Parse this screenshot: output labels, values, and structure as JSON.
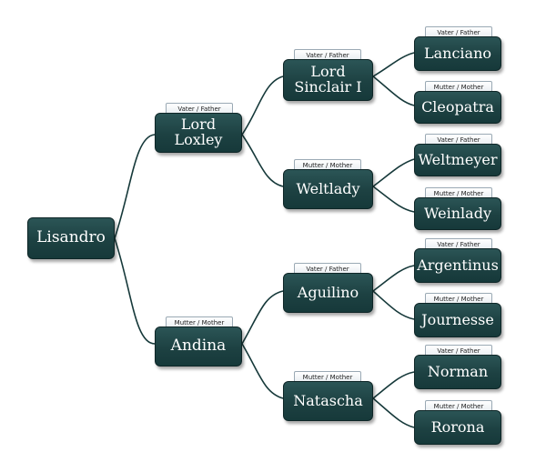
{
  "pedigree": {
    "subject": {
      "name": "Lisandro"
    },
    "sire": {
      "name": "Lord Loxley",
      "role": "Vater / Father"
    },
    "dam": {
      "name": "Andina",
      "role": "Mutter / Mother"
    },
    "sire_sire": {
      "name": "Lord Sinclair I",
      "role": "Vater / Father"
    },
    "sire_dam": {
      "name": "Weltlady",
      "role": "Mutter / Mother"
    },
    "dam_sire": {
      "name": "Aguilino",
      "role": "Vater / Father"
    },
    "dam_dam": {
      "name": "Natascha",
      "role": "Mutter / Mother"
    },
    "gen3": [
      {
        "name": "Lanciano",
        "role": "Vater / Father"
      },
      {
        "name": "Cleopatra",
        "role": "Mutter / Mother"
      },
      {
        "name": "Weltmeyer",
        "role": "Vater / Father"
      },
      {
        "name": "Weinlady",
        "role": "Mutter / Mother"
      },
      {
        "name": "Argentinus",
        "role": "Vater / Father"
      },
      {
        "name": "Journesse",
        "role": "Mutter / Mother"
      },
      {
        "name": "Norman",
        "role": "Vater / Father"
      },
      {
        "name": "Rorona",
        "role": "Mutter / Mother"
      }
    ]
  },
  "colors": {
    "box": "#1d4142",
    "line": "#16393a",
    "tag_border": "#9aa9b4"
  }
}
